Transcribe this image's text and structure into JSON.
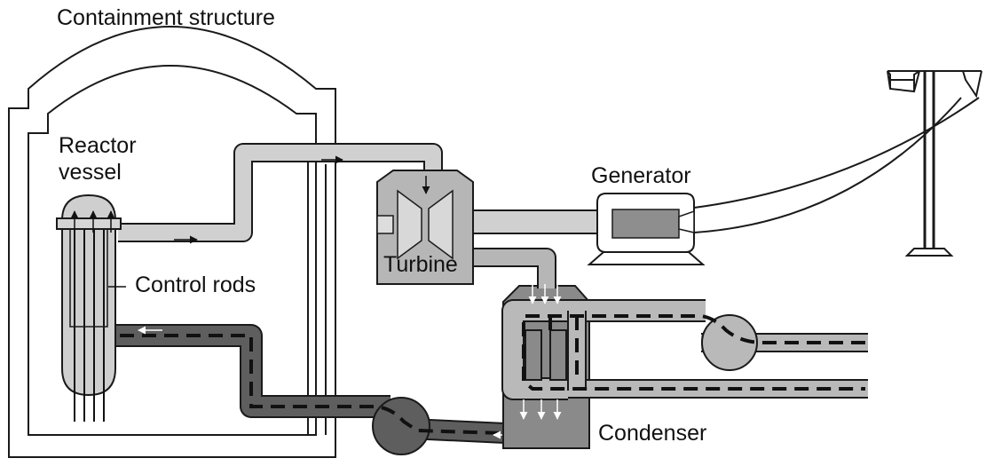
{
  "labels": {
    "containment": "Containment structure",
    "reactor_line1": "Reactor",
    "reactor_line2": "vessel",
    "control_rods": "Control rods",
    "turbine": "Turbine",
    "generator": "Generator",
    "condenser": "Condenser"
  },
  "colors": {
    "steam": "#cfcfcf",
    "coolant": "#5b5b5b",
    "condenser": "#8a8a8a",
    "cooling_water": "#b9b9b9",
    "outline": "#1a1a1a"
  }
}
